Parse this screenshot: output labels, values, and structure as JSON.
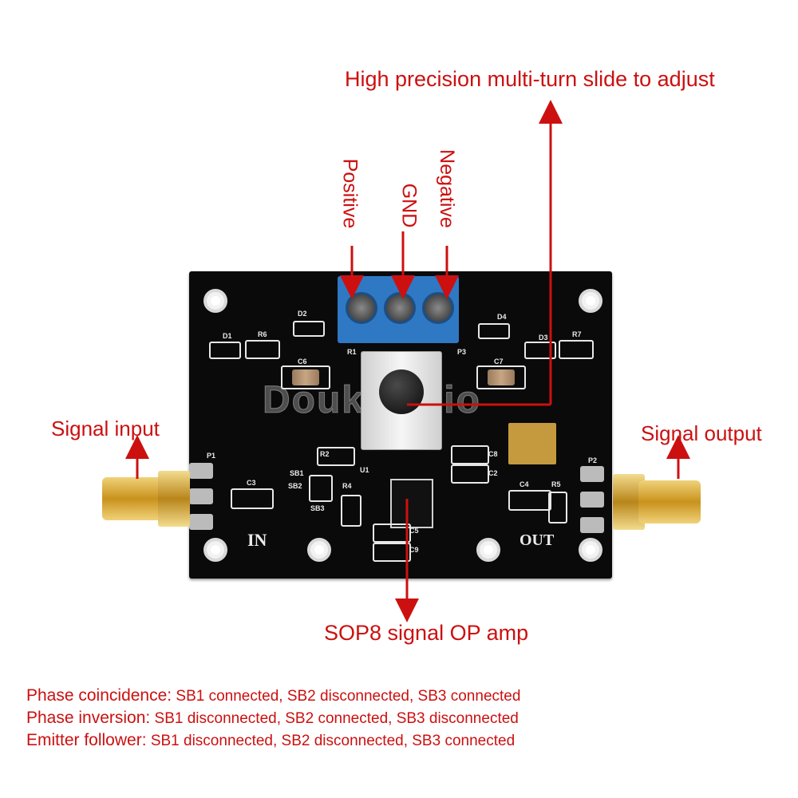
{
  "annotations": {
    "top": "High precision multi-turn slide to adjust",
    "positive": "Positive",
    "gnd": "GND",
    "negative": "Negative",
    "signal_input": "Signal input",
    "signal_output": "Signal output",
    "opamp": "SOP8 signal OP amp"
  },
  "board": {
    "in_label": "IN",
    "out_label": "OUT",
    "watermark": "DoukAudio",
    "designators": [
      "D1",
      "R6",
      "D2",
      "R1",
      "P3",
      "D4",
      "D3",
      "R7",
      "C6",
      "C7",
      "R2",
      "C8",
      "SB1",
      "SB2",
      "SB3",
      "U1",
      "C3",
      "R4",
      "C4",
      "R5",
      "C5",
      "C9",
      "P1",
      "P2",
      "C2"
    ]
  },
  "legend": [
    {
      "mode": "Phase coincidence:",
      "detail": " SB1 connected, SB2 disconnected, SB3 connected"
    },
    {
      "mode": "Phase inversion:",
      "detail": " SB1 disconnected, SB2 connected, SB3 disconnected"
    },
    {
      "mode": "Emitter follower:",
      "detail": " SB1 disconnected, SB2 disconnected, SB3 connected"
    }
  ],
  "colors": {
    "annotation_red": "#cc1010",
    "board_black": "#0a0a0a",
    "terminal_blue": "#2f78c4",
    "sma_gold": "#d4a52a"
  }
}
